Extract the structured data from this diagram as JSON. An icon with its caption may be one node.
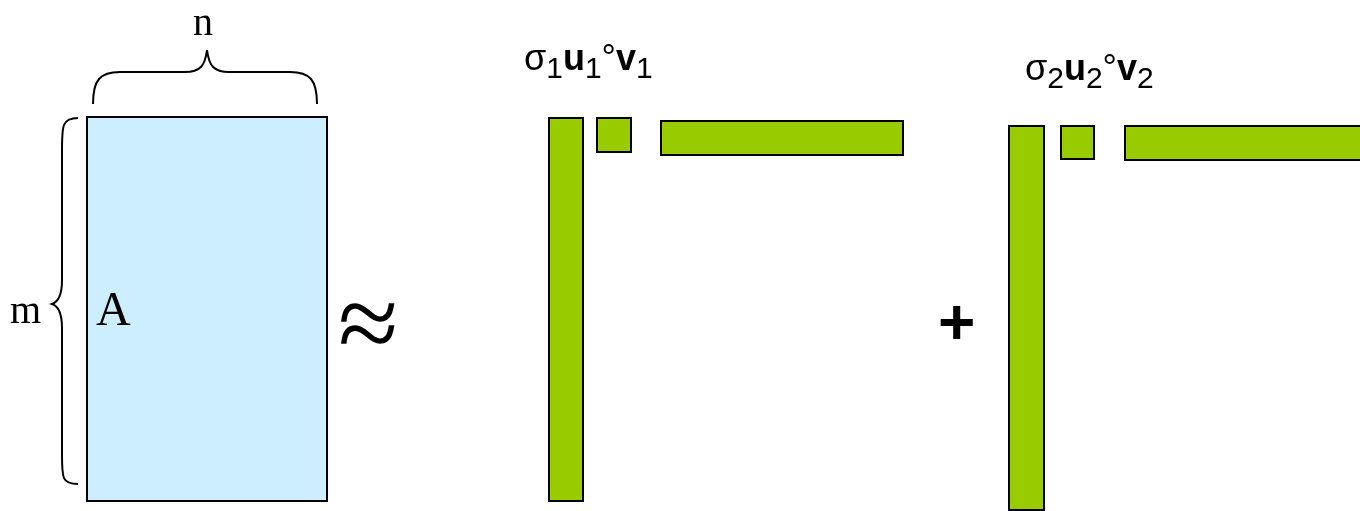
{
  "diagram": {
    "nodes": [
      {
        "text": [
          "A"
        ]
      },
      {
        "text": [],
        "shape": "bar"
      },
      {
        "text": [],
        "shape": "box"
      },
      {
        "text": [],
        "shape": "bar"
      },
      {
        "text": [],
        "shape": "bar"
      },
      {
        "text": [],
        "shape": "box"
      },
      {
        "text": [],
        "shape": "bar"
      }
    ],
    "edges": [],
    "labels": [
      "n",
      "m",
      "≈",
      "σ$_{1}$**u**$_{1}$°**v**$_{1}$",
      "+",
      "σ$_{2}$**u**$_{2}$°**v**$_{2}$"
    ]
  }
}
